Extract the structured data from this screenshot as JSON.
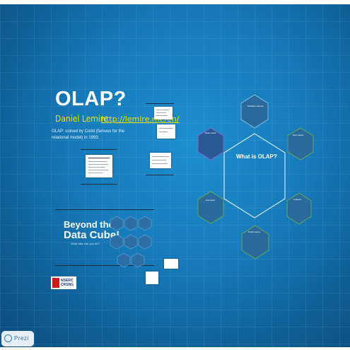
{
  "presentation": {
    "title": "OLAP?",
    "author": "Daniel Lemire",
    "url": "http://lemire.me/en/",
    "description": "OLAP: coined by Codd (famous for the relational model) in 1993.",
    "cube_title_line1": "Beyond the",
    "cube_title_line2": "Data Cube!",
    "cube_subtitle": "What else can you do?",
    "center_label": "What is OLAP?",
    "logo_text_line1": "NSERC",
    "logo_text_line2": "CRSNG"
  },
  "hexagons": [
    {
      "label": "Multidimensional"
    },
    {
      "label": "Data model"
    },
    {
      "label": "Summaries"
    },
    {
      "label": "Analysis"
    },
    {
      "label": "Performance"
    },
    {
      "label": "Examples"
    }
  ],
  "footer": {
    "brand": "Prezi"
  },
  "colors": {
    "title_white": "#ffffff",
    "accent_yellow": "#f2e200",
    "hex_green": "#6ab04c",
    "hex_purple": "#7b5bb6",
    "hex_blue": "#3a8fc4"
  }
}
